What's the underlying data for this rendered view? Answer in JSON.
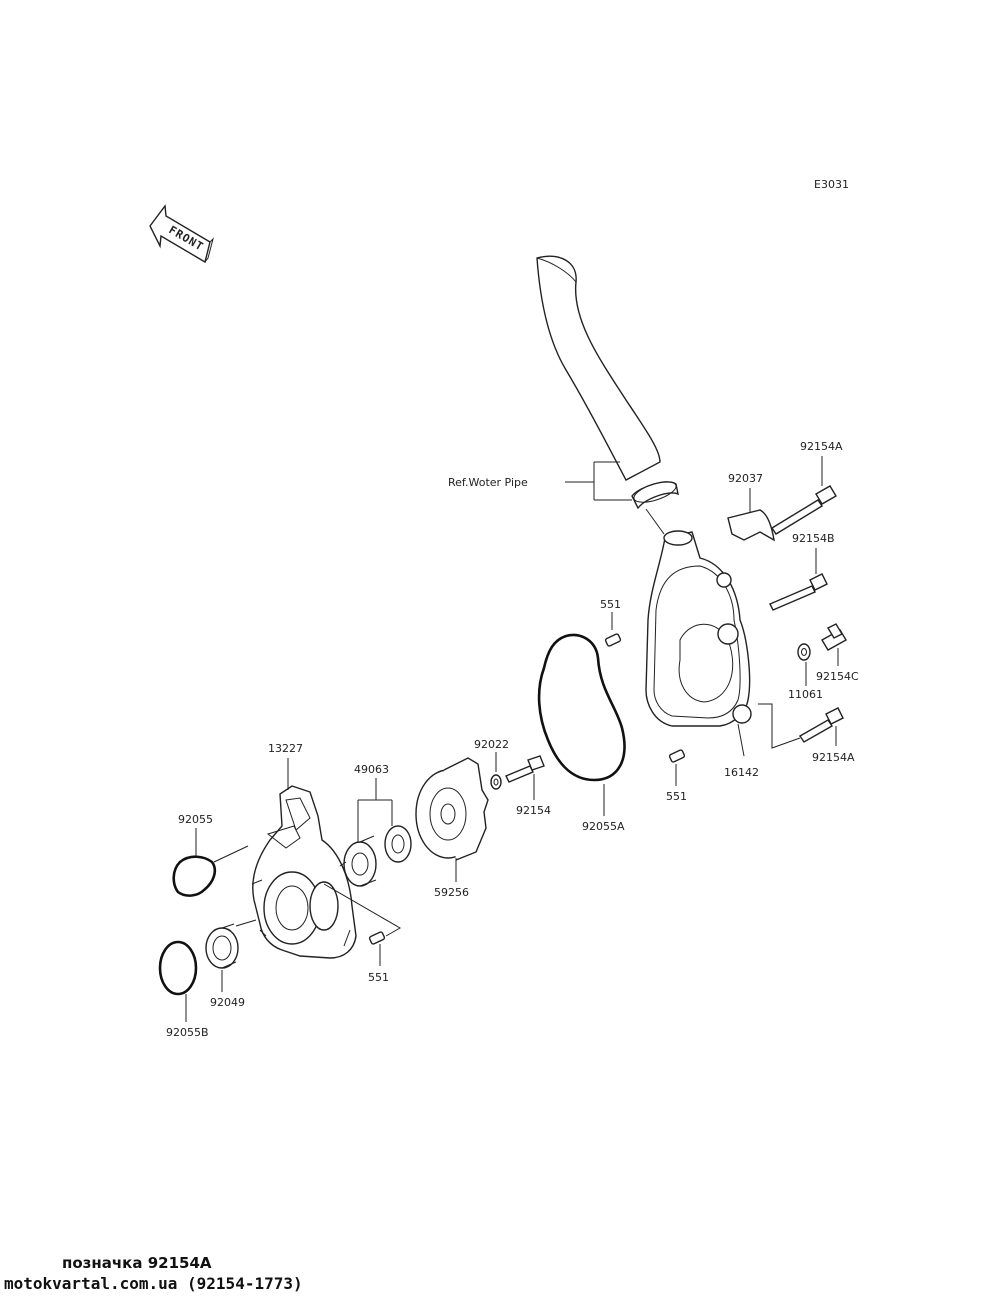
{
  "diagram_code": "E3031",
  "front_label": "FRONT",
  "ref_label": "Ref.Woter Pipe",
  "parts": {
    "p92154A_top": "92154A",
    "p92037": "92037",
    "p92154B": "92154B",
    "p551_right_top": "551",
    "p92154C": "92154C",
    "p11061": "11061",
    "p92154A_bottom": "92154A",
    "p16142": "16142",
    "p551_right_bottom": "551",
    "p92022": "92022",
    "p92154": "92154",
    "p92055A": "92055A",
    "p49063": "49063",
    "p59256": "59256",
    "p13227": "13227",
    "p92055": "92055",
    "p551_left": "551",
    "p92049": "92049",
    "p92055B": "92055B"
  },
  "footer": {
    "title": "позначка 92154A",
    "site": "motokvartal.com.ua (92154-1773)"
  }
}
